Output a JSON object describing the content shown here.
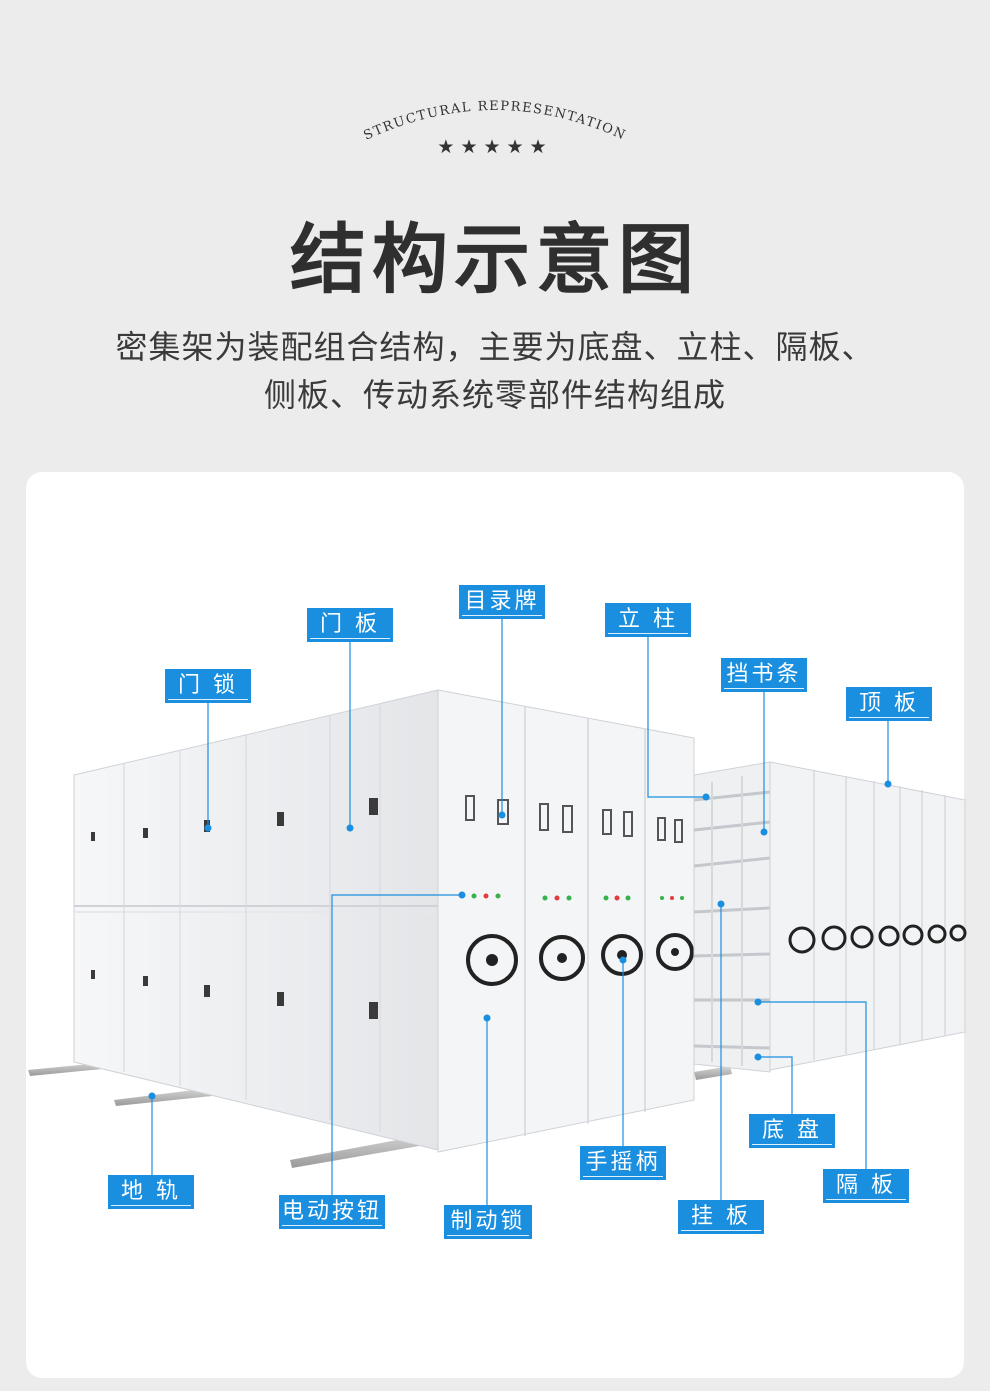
{
  "header": {
    "subtitle_en": "STRUCTURAL REPRESENTATION",
    "stars": "★★★★★",
    "title": "结构示意图",
    "description_line1": "密集架为装配组合结构，主要为底盘、立柱、隔板、",
    "description_line2": "侧板、传动系统零部件结构组成"
  },
  "labels": {
    "mulupai": "目录牌",
    "menban": "门 板",
    "lizhu": "立 柱",
    "mensuo": "门 锁",
    "dangshutiao": "挡书条",
    "dingban": "顶 板",
    "digui": "地 轨",
    "diandong": "电动按钮",
    "zhidongsuo": "制动锁",
    "shouyaobing": "手摇柄",
    "guaban": "挂 板",
    "dipan": "底 盘",
    "geban": "隔 板"
  },
  "colors": {
    "accent": "#1a8fe0",
    "background": "#ececec",
    "card": "#ffffff",
    "title": "#2f2f2f"
  }
}
